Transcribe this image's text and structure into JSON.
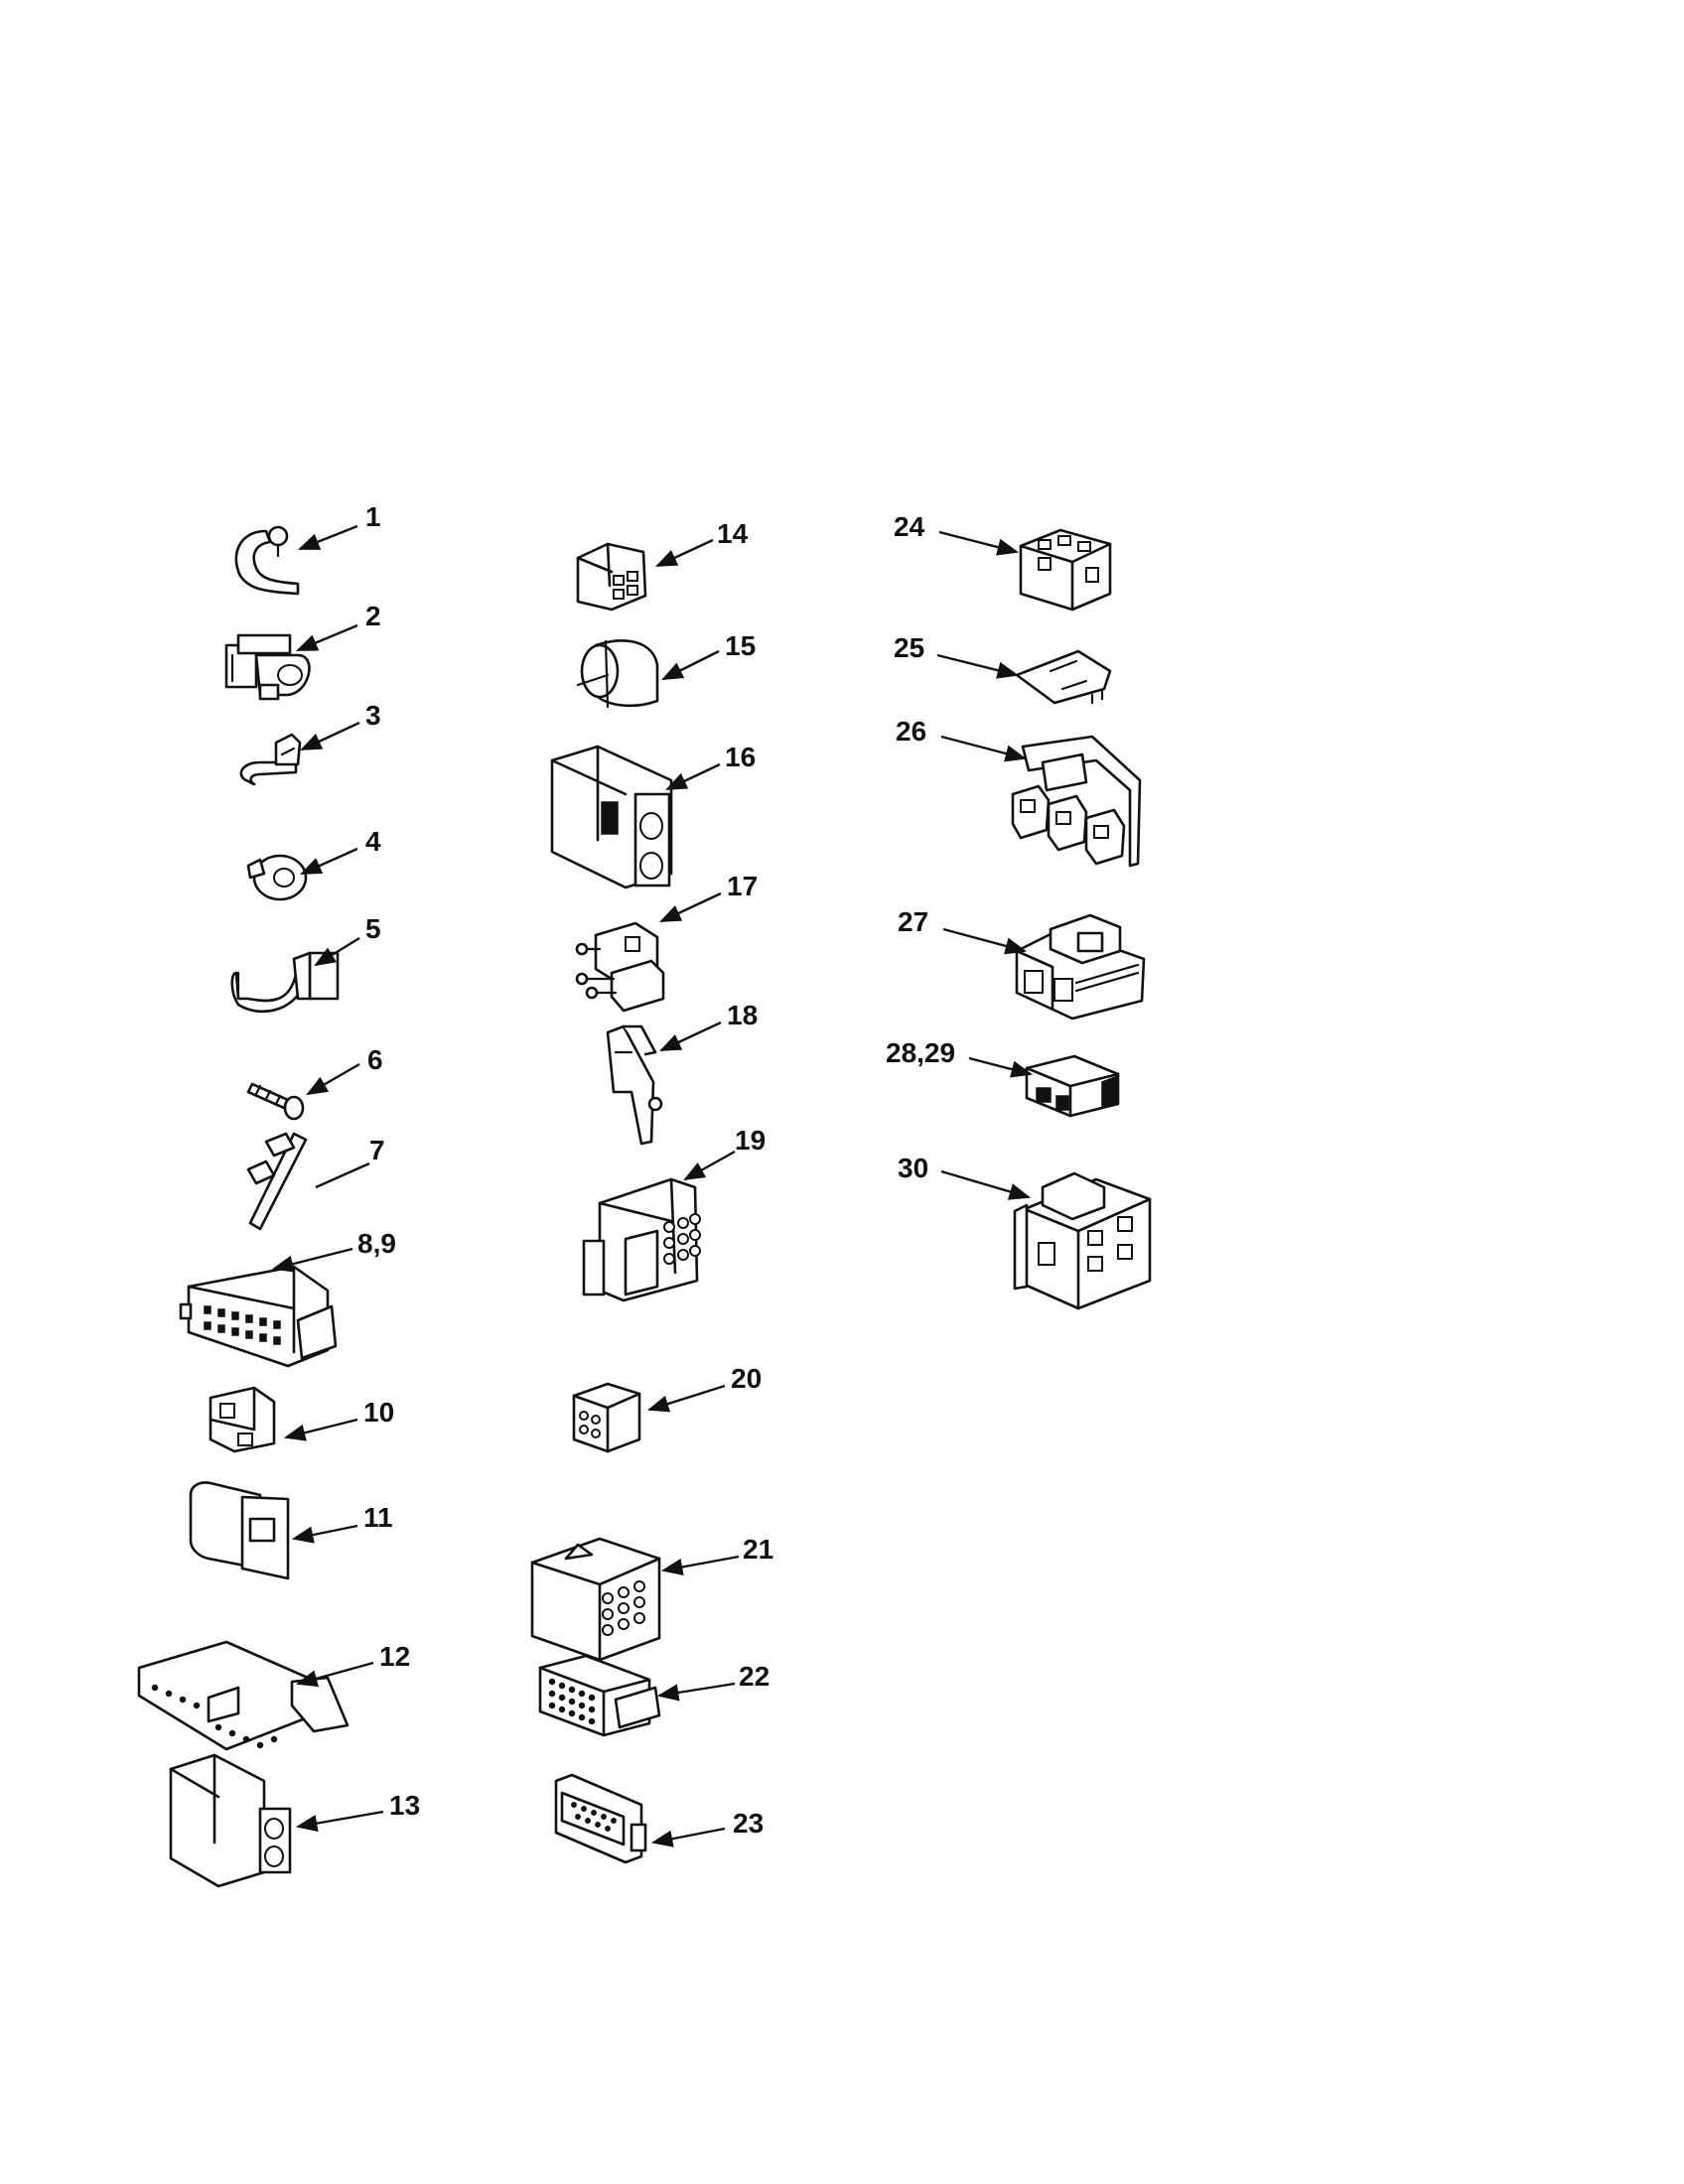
{
  "diagram": {
    "callouts": [
      {
        "id": "1",
        "label": "1"
      },
      {
        "id": "2",
        "label": "2"
      },
      {
        "id": "3",
        "label": "3"
      },
      {
        "id": "4",
        "label": "4"
      },
      {
        "id": "5",
        "label": "5"
      },
      {
        "id": "6",
        "label": "6"
      },
      {
        "id": "7",
        "label": "7"
      },
      {
        "id": "8-9",
        "label": "8,9"
      },
      {
        "id": "10",
        "label": "10"
      },
      {
        "id": "11",
        "label": "11"
      },
      {
        "id": "12",
        "label": "12"
      },
      {
        "id": "13",
        "label": "13"
      },
      {
        "id": "14",
        "label": "14"
      },
      {
        "id": "15",
        "label": "15"
      },
      {
        "id": "16",
        "label": "16"
      },
      {
        "id": "17",
        "label": "17"
      },
      {
        "id": "18",
        "label": "18"
      },
      {
        "id": "19",
        "label": "19"
      },
      {
        "id": "20",
        "label": "20"
      },
      {
        "id": "21",
        "label": "21"
      },
      {
        "id": "22",
        "label": "22"
      },
      {
        "id": "23",
        "label": "23"
      },
      {
        "id": "24",
        "label": "24"
      },
      {
        "id": "25",
        "label": "25"
      },
      {
        "id": "26",
        "label": "26"
      },
      {
        "id": "27",
        "label": "27"
      },
      {
        "id": "28-29",
        "label": "28,29"
      },
      {
        "id": "30",
        "label": "30"
      }
    ]
  }
}
